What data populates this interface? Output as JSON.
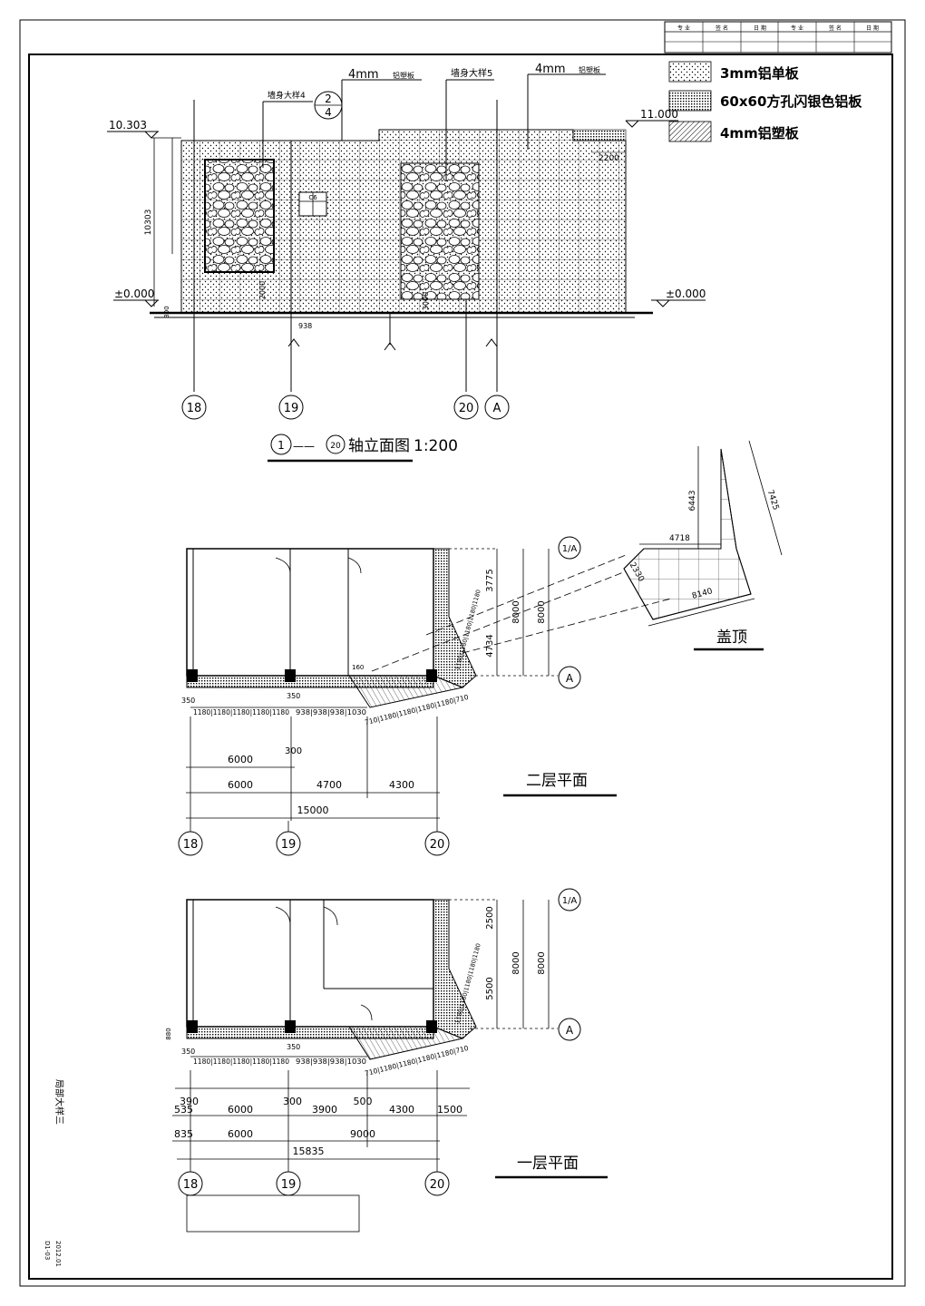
{
  "title_block": {
    "headers": [
      "专  业",
      "签  名",
      "日  期",
      "专  业",
      "签  名",
      "日  期"
    ]
  },
  "legend": [
    {
      "label": "3mm铝单板",
      "pattern": "dots"
    },
    {
      "label": "60x60方孔闪银色铝板",
      "pattern": "dense"
    },
    {
      "label": "4mm铝塑板",
      "pattern": "hatch"
    }
  ],
  "elevation": {
    "callouts": {
      "detail4": "墙身大样4",
      "detail5": "墙身大样5",
      "panel_left": "4mm",
      "panel_left_sub": "铝塑板",
      "panel_right": "4mm",
      "panel_right_sub": "铝塑板",
      "section_num": "2",
      "section_den": "4"
    },
    "levels": {
      "top_left": "10.303",
      "top_right": "11.000",
      "zero_left": "±0.000",
      "zero_right": "±0.000"
    },
    "dims": {
      "height": "10303",
      "d2200": "2200",
      "d2000": "2000",
      "d938": "938",
      "d300": "300",
      "d3000": "3000"
    },
    "window_label": "C6",
    "axes": [
      "18",
      "19",
      "20",
      "A"
    ],
    "title_from": "1",
    "title_dash": "——",
    "title_to": "20",
    "title_text": "轴立面图",
    "scale": "1:200"
  },
  "roof": {
    "title": "盖顶",
    "dims": {
      "d6443": "6443",
      "d7425": "7425",
      "d4718": "4718",
      "d2330": "2330",
      "d8140": "8140"
    }
  },
  "floor2": {
    "title": "二层平面",
    "right_axes": [
      "1/A",
      "A"
    ],
    "right_dims": {
      "d3775": "3775",
      "d4734": "4734",
      "d8000a": "8000",
      "d8000b": "8000"
    },
    "small_dims": {
      "d160": "160",
      "d350": "350",
      "d350b": "350",
      "d300": "300"
    },
    "seg_row": "1180|1180|1180|1180|1180",
    "seg_row2": "938|938|938|1030",
    "seg_diag": "710|1180|1180|1180|1180|710",
    "seg_vert": "1180|1180|1180|1180|1180",
    "row1": [
      "6000"
    ],
    "row2": [
      "6000",
      "4700",
      "4300"
    ],
    "total": "15000",
    "axes": [
      "18",
      "19",
      "20"
    ]
  },
  "floor1": {
    "title": "一层平面",
    "right_axes": [
      "1/A",
      "A"
    ],
    "right_dims": {
      "d2500": "2500",
      "d5500": "5500",
      "d8000a": "8000",
      "d8000b": "8000"
    },
    "small_dims": {
      "d350": "350",
      "d350b": "350",
      "d880": "880"
    },
    "seg_row": "1180|1180|1180|1180|1180",
    "seg_row2": "938|938|938|1030",
    "seg_diag": "710|1180|1180|1180|1180|710",
    "seg_vert": "1180|1180|1180|1180|1180",
    "row1": [
      "535",
      "6000",
      "300",
      "3900",
      "500",
      "4300",
      "1500"
    ],
    "row1_top": "390",
    "row2": [
      "835",
      "6000",
      "9000"
    ],
    "total": "15835",
    "axes": [
      "18",
      "19",
      "20"
    ]
  },
  "side_note": {
    "drawing_name": "局部大样三",
    "drawing_no": "2012.01",
    "sheet": "D1-03"
  }
}
